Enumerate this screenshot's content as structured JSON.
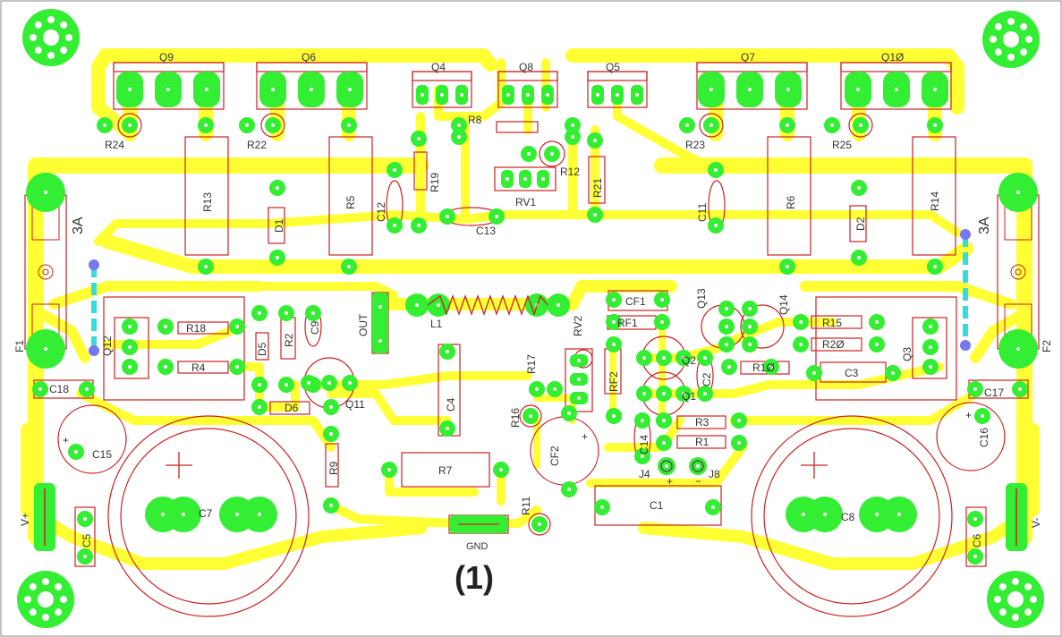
{
  "colors": {
    "background": "#ffffff",
    "trace": "#ffff33",
    "pad": "#33ee33",
    "outline": "#cc2222",
    "label": "#333333",
    "jumper": "#33dddd",
    "jumper_end": "#7777ee",
    "hole": "#ffffff",
    "frame": "#666666"
  },
  "figure_caption": "(1)",
  "transistors": {
    "Q9": "Q9",
    "Q6": "Q6",
    "Q4": "Q4",
    "Q8": "Q8",
    "Q5": "Q5",
    "Q7": "Q7",
    "Q10": "Q1Ø",
    "Q12": "Q12",
    "Q11": "Q11",
    "Q2": "Q2",
    "Q1": "Q1",
    "Q13": "Q13",
    "Q14": "Q14",
    "Q3": "Q3"
  },
  "resistors": {
    "R24": "R24",
    "R22": "R22",
    "R23": "R23",
    "R25": "R25",
    "R8": "R8",
    "R12": "R12",
    "R13": "R13",
    "R5": "R5",
    "R19": "R19",
    "R21": "R21",
    "R6": "R6",
    "R14": "R14",
    "R18": "R18",
    "R4": "R4",
    "R2": "R2",
    "R9": "R9",
    "R7": "R7",
    "R17": "R17",
    "R16": "R16",
    "R11": "R11",
    "R3": "R3",
    "R1": "R1",
    "R15": "R15",
    "R20": "R2Ø",
    "R10": "R1Ø",
    "RF1": "RF1",
    "RF2": "RF2",
    "RV1": "RV1",
    "RV2": "RV2"
  },
  "capacitors": {
    "C12": "C12",
    "C13": "C13",
    "C11": "C11",
    "C9": "C9",
    "C4": "C4",
    "CF1": "CF1",
    "C2": "C2",
    "C14": "C14",
    "CF2": "CF2",
    "C3": "C3",
    "C18": "C18",
    "C15": "C15",
    "C17": "C17",
    "C16": "C16",
    "C7": "C7",
    "C8": "C8",
    "C5": "C5",
    "C6": "C6",
    "C1": "C1"
  },
  "diodes": {
    "D1": "D1",
    "D2": "D2",
    "D5": "D5",
    "D6": "D6"
  },
  "other": {
    "L1": "L1",
    "OUT": "OUT",
    "GND": "GND",
    "J4": "J4",
    "J8": "J8",
    "F1": "F1",
    "F2": "F2",
    "fuse_left": "3A",
    "fuse_right": "3A",
    "vplus": "V+",
    "vminus": "V-",
    "plus": "+",
    "minus": "−"
  }
}
